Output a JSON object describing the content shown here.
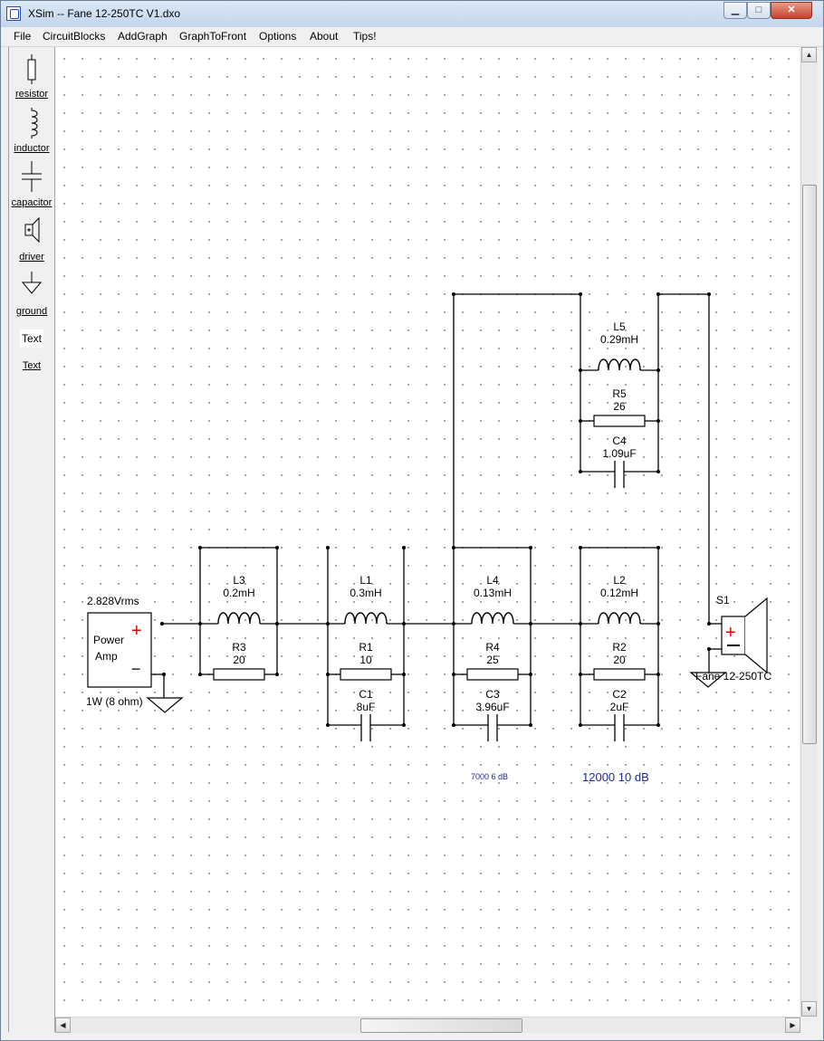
{
  "window": {
    "title": "XSim -- Fane 12-250TC V1.dxo",
    "controls": {
      "minimize": "▁",
      "maximize": "□",
      "close": "✕"
    }
  },
  "menu": [
    "File",
    "CircuitBlocks",
    "AddGraph",
    "GraphToFront",
    "Options",
    "About",
    "Tips!"
  ],
  "toolbox": [
    {
      "label": "resistor",
      "icon": "resistor-icon"
    },
    {
      "label": "inductor",
      "icon": "inductor-icon"
    },
    {
      "label": "capacitor",
      "icon": "capacitor-icon"
    },
    {
      "label": "driver",
      "icon": "driver-icon"
    },
    {
      "label": "ground",
      "icon": "ground-icon"
    },
    {
      "label": "Text",
      "icon": "text-icon",
      "icon_text": "Text"
    }
  ],
  "schematic": {
    "amp": {
      "voltage": "2.828Vrms",
      "label_line1": "Power",
      "label_line2": "Amp",
      "power": "1W (8 ohm)",
      "plus": "+",
      "minus": "−"
    },
    "stages": [
      {
        "inductor": {
          "name": "L3",
          "value": "0.2mH"
        },
        "resistor": {
          "name": "R3",
          "value": "20"
        }
      },
      {
        "inductor": {
          "name": "L1",
          "value": "0.3mH"
        },
        "resistor": {
          "name": "R1",
          "value": "10"
        },
        "capacitor": {
          "name": "C1",
          "value": "8uF"
        }
      },
      {
        "inductor": {
          "name": "L4",
          "value": "0.13mH"
        },
        "resistor": {
          "name": "R4",
          "value": "25"
        },
        "capacitor": {
          "name": "C3",
          "value": "3.96uF"
        }
      },
      {
        "inductor": {
          "name": "L2",
          "value": "0.12mH"
        },
        "resistor": {
          "name": "R2",
          "value": "20"
        },
        "capacitor": {
          "name": "C2",
          "value": "2uF"
        }
      }
    ],
    "top_stage": {
      "inductor": {
        "name": "L5",
        "value": "0.29mH"
      },
      "resistor": {
        "name": "R5",
        "value": "26"
      },
      "capacitor": {
        "name": "C4",
        "value": "1.09uF"
      }
    },
    "driver": {
      "name": "S1",
      "model": "Fane 12-250TC"
    },
    "notes": {
      "small": "7000 6 dB",
      "big": "12000 10 dB"
    }
  }
}
